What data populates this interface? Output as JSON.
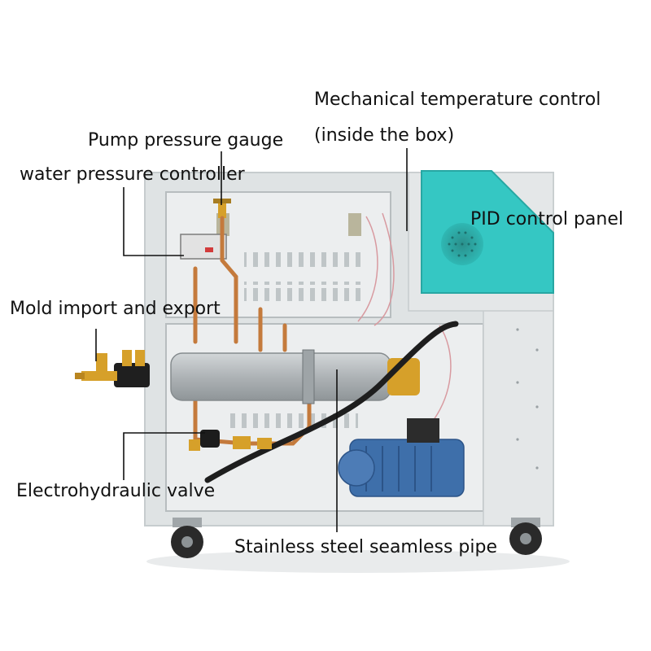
{
  "labels": {
    "mech_temp_line1": "Mechanical temperature control",
    "mech_temp_line2": "(inside the box)",
    "pump_gauge": "Pump pressure gauge",
    "water_controller": "water pressure controller",
    "pid_panel": "PID control panel",
    "mold_io": "Mold import and export",
    "valve": "Electrohydraulic valve",
    "pipe": "Stainless steel seamless pipe"
  },
  "colors": {
    "cabinet": "#dfe3e4",
    "cabinet_edge": "#c6ccce",
    "panel_teal": "#35c7c3",
    "copper": "#c47a3c",
    "brass": "#d6a02a",
    "heater_tube": "#b3b8bb",
    "pump_blue": "#3e6faa",
    "leader_line": "#111111"
  },
  "icons": {
    "speaker_grille": "speaker-grille-icon",
    "caster": "caster-wheel-icon"
  }
}
